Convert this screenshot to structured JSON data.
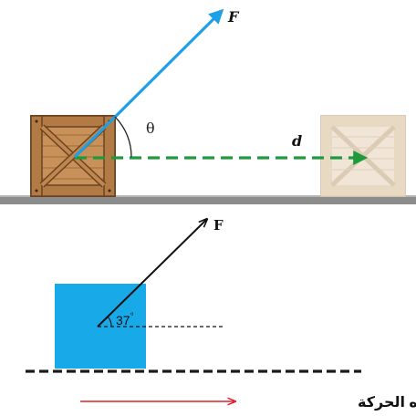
{
  "top_figure": {
    "force_label": "F",
    "angle_label": "θ",
    "displacement_label": "d",
    "colors": {
      "force_arrow": "#1ea0e6",
      "displacement_arrow": "#1e9a3c",
      "ground": "#8c8c8c",
      "crate_wood": "#c8915a",
      "crate_ghost": "#efe3d2"
    }
  },
  "bottom_figure": {
    "force_label": "F",
    "angle_label": "37",
    "angle_unit": "°",
    "motion_label": "اتجاه الحركة",
    "colors": {
      "block": "#18a9e8",
      "motion_arrow": "#e0202a",
      "ground_dash": "#1a1a1a"
    }
  }
}
